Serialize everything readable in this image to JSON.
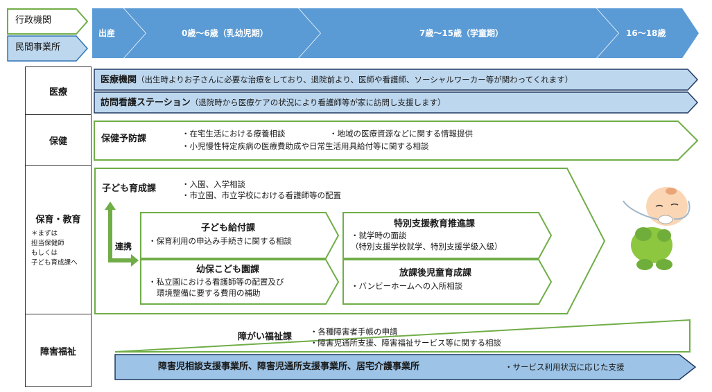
{
  "legend": {
    "gov": "行政機関",
    "private": "民間事業所"
  },
  "timeline": {
    "birth": "出産",
    "infant": "0歳～6歳（乳幼児期）",
    "school": "7歳～15歳（学童期）",
    "teen": "16～18歳"
  },
  "rows": {
    "medical": "医療",
    "health": "保健",
    "childcare": "保育・教育",
    "childcare_note": [
      "＊まずは",
      "担当保健師",
      "もしくは",
      "子ども育成課へ"
    ],
    "welfare": "障害福祉"
  },
  "medical": {
    "hospital_title": "医療機関",
    "hospital_desc": "（出生時よりお子さんに必要な治療をしており、退院前より、医師や看護師、ソーシャルワーカー等が関わってくれます）",
    "nursing_title": "訪問看護ステーション",
    "nursing_desc": "（退院時から医療ケアの状況により看護師等が家に訪問し支援します）"
  },
  "health": {
    "title": "保健予防課",
    "item1": "・在宅生活における療養相談",
    "item2": "・地域の医療資源などに関する情報提供",
    "item3": "・小児慢性特定疾病の医療費助成や日常生活用具給付等に関する相談"
  },
  "childcare": {
    "main_title": "子ども育成課",
    "main_item1": "・入園、入学相談",
    "main_item2": "・市立園、市立学校における看護師等の配置",
    "link": "連携",
    "benefit_title": "子ども給付課",
    "benefit_item": "・保育利用の申込み手続きに関する相談",
    "kinder_title": "幼保こども園課",
    "kinder_item1": "・私立園における看護師等の配置及び",
    "kinder_item2": "環境整備に要する費用の補助",
    "special_title": "特別支援教育推進課",
    "special_item1": "・就学時の面談",
    "special_item2": "（特別支援学校就学、特別支援学級入級）",
    "afterschool_title": "放課後児童育成課",
    "afterschool_item": "・バンビーホームへの入所相談"
  },
  "welfare": {
    "title": "障がい福祉課",
    "item1": "・各種障害者手帳の申請",
    "item2": "・障害児通所支援、障害福祉サービス等に関する相談",
    "office_title": "障害児相談支援事業所、障害児通所支援事業所、居宅介護事業所",
    "office_desc": "・サービス利用状況に応じた支援"
  },
  "colors": {
    "blue": "#5b9bd5",
    "light_blue": "#bdd7ee",
    "green": "#70ad47",
    "navy": "#1f3864"
  },
  "icons": {
    "baby": "baby-with-breathing-tube-illustration"
  }
}
